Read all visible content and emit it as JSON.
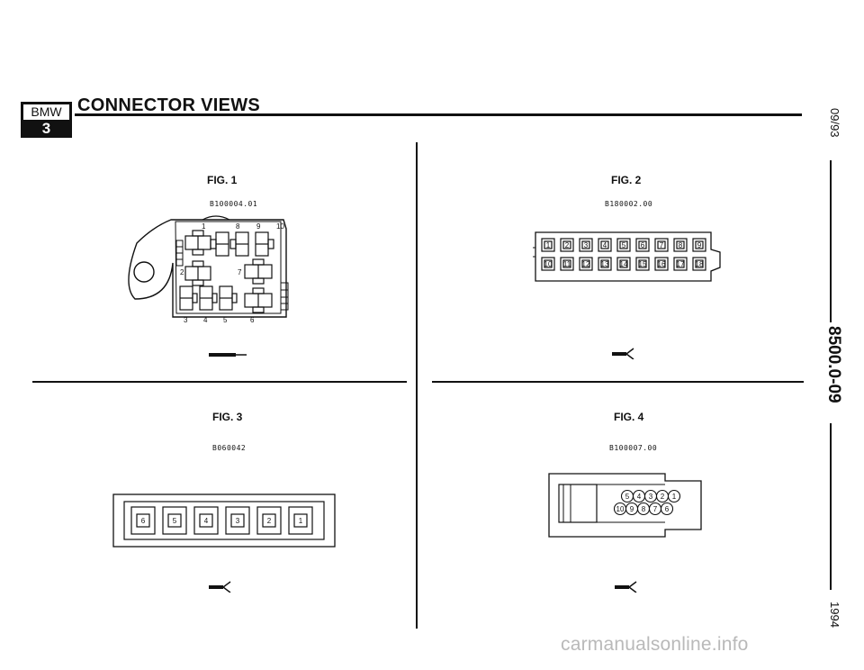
{
  "header": {
    "logo_brand": "BMW",
    "logo_series": "3",
    "title": "CONNECTOR VIEWS"
  },
  "sidebar": {
    "date": "09/93",
    "section": "8500.0-09",
    "year": "1994"
  },
  "figures": [
    {
      "label": "FIG. 1",
      "code": "B100004.01",
      "pin_labels": [
        "1",
        "8",
        "9",
        "10",
        "2",
        "7",
        "3",
        "4",
        "5",
        "6"
      ]
    },
    {
      "label": "FIG. 2",
      "code": "B180002.00",
      "pins_top": [
        "1",
        "2",
        "3",
        "4",
        "5",
        "6",
        "7",
        "8",
        "9"
      ],
      "pins_bottom": [
        "10",
        "11",
        "12",
        "13",
        "14",
        "15",
        "16",
        "17",
        "18"
      ]
    },
    {
      "label": "FIG. 3",
      "code": "B060042",
      "pins": [
        "6",
        "5",
        "4",
        "3",
        "2",
        "1"
      ]
    },
    {
      "label": "FIG. 4",
      "code": "B100007.00",
      "pins_top": [
        "5",
        "4",
        "3",
        "2",
        "1"
      ],
      "pins_bottom": [
        "10",
        "9",
        "8",
        "7",
        "6"
      ]
    }
  ],
  "watermark": "carmanualsonline.info"
}
